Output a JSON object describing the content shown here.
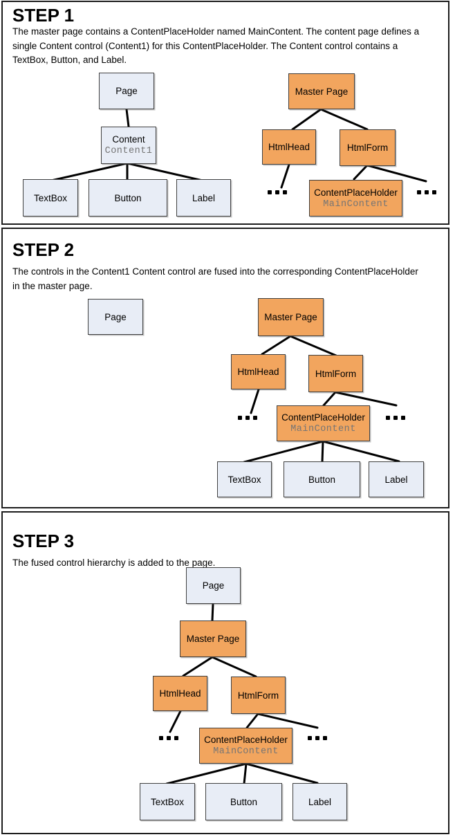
{
  "colors": {
    "node_blue_fill": "#E8EDF6",
    "node_orange_fill": "#F2A55E",
    "node_border": "#3F3F3F",
    "panel_border": "#1C1C1C",
    "connector": "#000000",
    "sublabel_text": "#757575"
  },
  "panels": [
    {
      "title": "STEP 1",
      "description": "The master page contains a ContentPlaceHolder named MainContent. The content page defines a\nsingle Content control (Content1) for this ContentPlaceHolder. The Content control contains a\nTextBox, Button, and Label.",
      "nodes": {
        "page": {
          "label": "Page"
        },
        "content": {
          "label": "Content",
          "sublabel": "Content1"
        },
        "textbox": {
          "label": "TextBox"
        },
        "button": {
          "label": "Button"
        },
        "label": {
          "label": "Label"
        },
        "master_page": {
          "label": "Master Page"
        },
        "htmlhead": {
          "label": "HtmlHead"
        },
        "htmlform": {
          "label": "HtmlForm"
        },
        "contentplaceholder": {
          "label": "ContentPlaceHolder",
          "sublabel": "MainContent"
        },
        "ellipsis_left": "...",
        "ellipsis_right": "..."
      }
    },
    {
      "title": "STEP 2",
      "description": "The controls in the Content1 Content control are fused into the corresponding ContentPlaceHolder\nin the master page.",
      "nodes": {
        "page": {
          "label": "Page"
        },
        "master_page": {
          "label": "Master Page"
        },
        "htmlhead": {
          "label": "HtmlHead"
        },
        "htmlform": {
          "label": "HtmlForm"
        },
        "contentplaceholder": {
          "label": "ContentPlaceHolder",
          "sublabel": "MainContent"
        },
        "textbox": {
          "label": "TextBox"
        },
        "button": {
          "label": "Button"
        },
        "label": {
          "label": "Label"
        },
        "ellipsis_left": "...",
        "ellipsis_right": "..."
      }
    },
    {
      "title": "STEP 3",
      "description": "The fused control hierarchy is added to the page.",
      "nodes": {
        "page": {
          "label": "Page"
        },
        "master_page": {
          "label": "Master Page"
        },
        "htmlhead": {
          "label": "HtmlHead"
        },
        "htmlform": {
          "label": "HtmlForm"
        },
        "contentplaceholder": {
          "label": "ContentPlaceHolder",
          "sublabel": "MainContent"
        },
        "textbox": {
          "label": "TextBox"
        },
        "button": {
          "label": "Button"
        },
        "label": {
          "label": "Label"
        },
        "ellipsis_left": "...",
        "ellipsis_right": "..."
      }
    }
  ]
}
